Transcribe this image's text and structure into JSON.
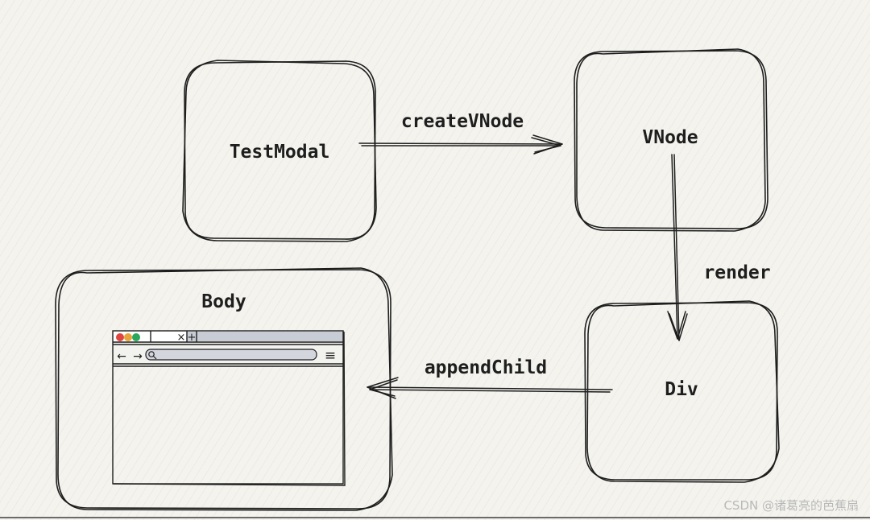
{
  "nodes": {
    "test_modal": "TestModal",
    "vnode": "VNode",
    "div": "Div",
    "body": "Body"
  },
  "edges": {
    "create_vnode": "createVNode",
    "render": "render",
    "append_child": "appendChild"
  },
  "browser": {
    "tab_close": "×",
    "new_tab": "+",
    "back": "←",
    "forward": "→",
    "menu": "≡",
    "traffic_colors": [
      "#e0443e",
      "#e8a33a",
      "#2aa75a"
    ]
  },
  "watermark": "CSDN @诸葛亮的芭蕉扇"
}
